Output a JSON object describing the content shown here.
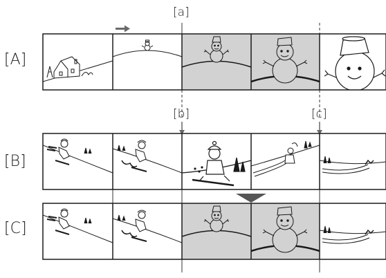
{
  "rows": [
    {
      "label": "[A]",
      "frames": [
        {
          "scene": "house",
          "shaded": false
        },
        {
          "scene": "snowman-far",
          "shaded": false
        },
        {
          "scene": "snowman-small",
          "shaded": true
        },
        {
          "scene": "snowman-large",
          "shaded": true
        },
        {
          "scene": "snowman-face",
          "shaded": false
        }
      ]
    },
    {
      "label": "[B]",
      "frames": [
        {
          "scene": "skier-1",
          "shaded": false
        },
        {
          "scene": "skier-2",
          "shaded": false
        },
        {
          "scene": "skier-close",
          "shaded": false
        },
        {
          "scene": "skier-far",
          "shaded": false
        },
        {
          "scene": "ski-tracks",
          "shaded": false
        }
      ]
    },
    {
      "label": "[C]",
      "frames": [
        {
          "scene": "skier-1",
          "shaded": false
        },
        {
          "scene": "skier-2",
          "shaded": false
        },
        {
          "scene": "snowman-small",
          "shaded": true
        },
        {
          "scene": "snowman-large",
          "shaded": true
        },
        {
          "scene": "ski-tracks",
          "shaded": false
        }
      ]
    }
  ],
  "markers": [
    {
      "label": "[a]"
    },
    {
      "label": "[b]"
    },
    {
      "label": "[c]"
    }
  ],
  "colors": {
    "line": "#1a1a1a",
    "shade": "#d2d2d2",
    "arrow": "#555555",
    "guide": "#333333"
  },
  "icons": [
    "right-arrow-icon",
    "down-arrow-icon",
    "tick-arrow-icon"
  ]
}
